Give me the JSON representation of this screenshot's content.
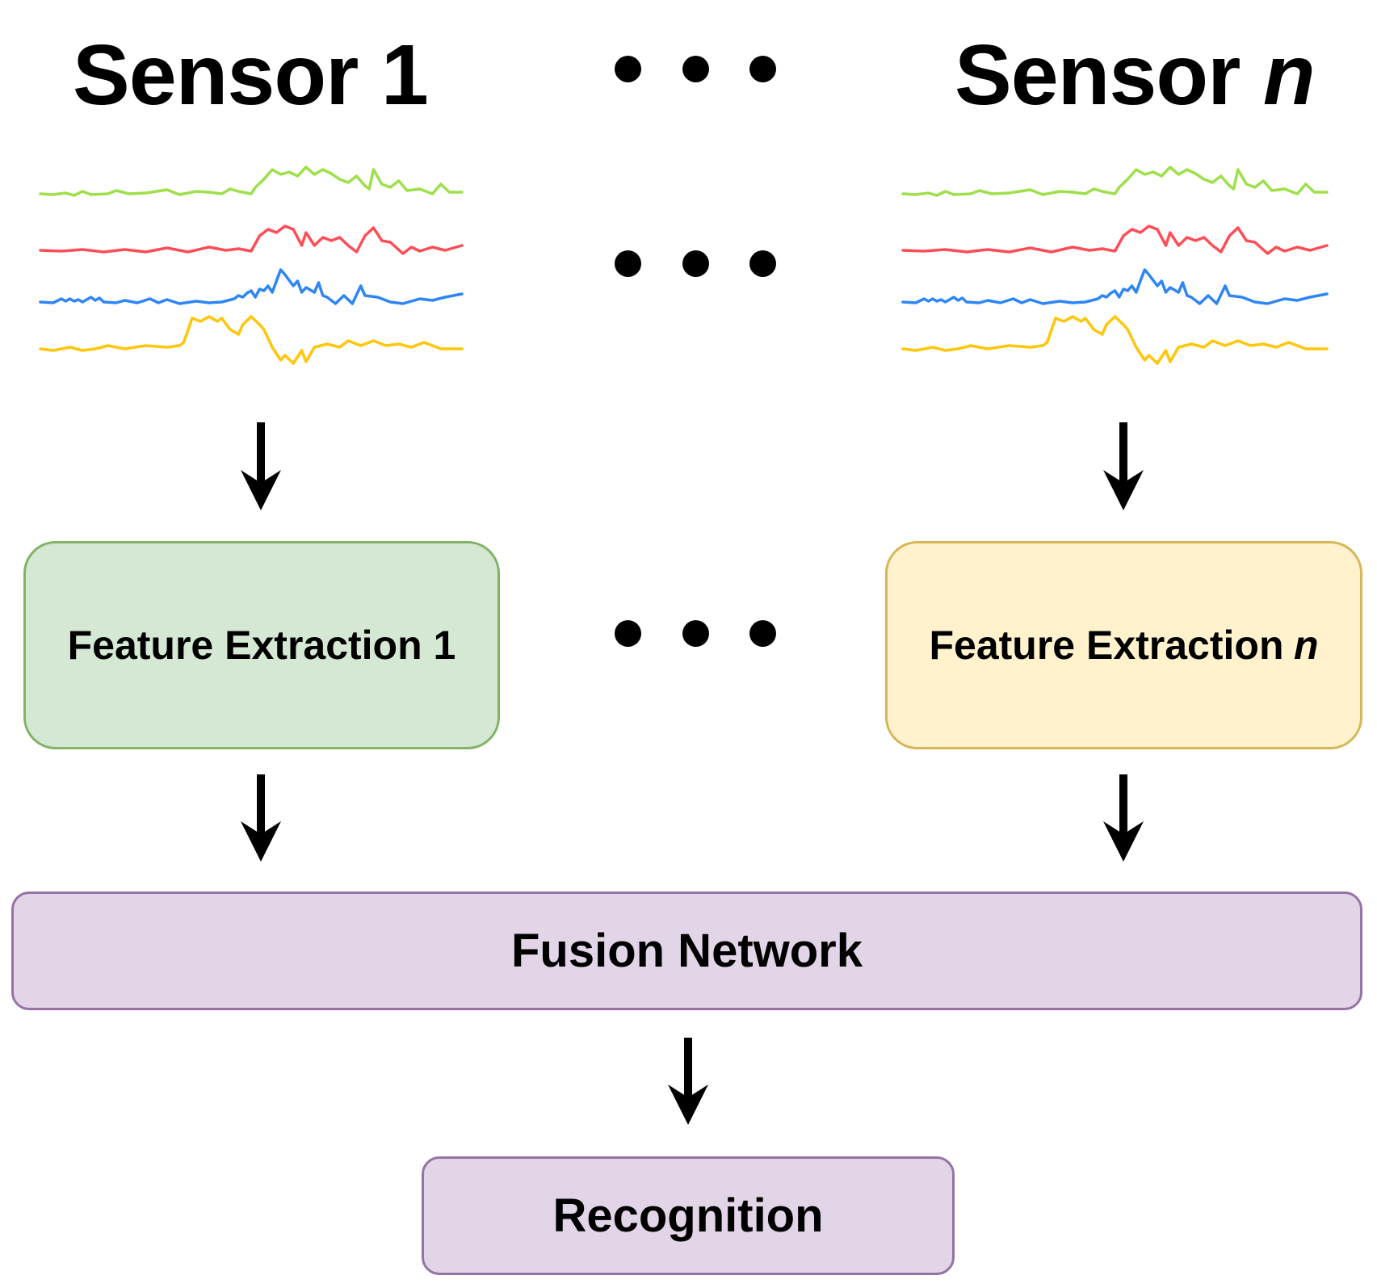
{
  "sensors": {
    "first": {
      "label": "Sensor",
      "index": "1"
    },
    "last": {
      "label": "Sensor",
      "index": "n"
    },
    "ellipsis": "..."
  },
  "signal_colors": {
    "channel_1": "#9ee04a",
    "channel_2": "#ff4d57",
    "channel_3": "#2e86f5",
    "channel_4": "#ffc60a"
  },
  "feature_extraction": {
    "first": {
      "label": "Feature Extraction",
      "index": "1",
      "fill": "#d5e8d4",
      "stroke": "#82b366"
    },
    "last": {
      "label": "Feature Extraction",
      "index": "n",
      "fill": "#fff2cc",
      "stroke": "#d6b656"
    }
  },
  "fusion": {
    "label": "Fusion Network",
    "fill": "#e1d5e7",
    "stroke": "#9673a6"
  },
  "recognition": {
    "label": "Recognition",
    "fill": "#e1d5e7",
    "stroke": "#9673a6"
  },
  "flow": [
    {
      "from": "Sensor 1",
      "to": "Feature Extraction 1"
    },
    {
      "from": "Sensor n",
      "to": "Feature Extraction n"
    },
    {
      "from": "Feature Extraction 1",
      "to": "Fusion Network"
    },
    {
      "from": "Feature Extraction n",
      "to": "Fusion Network"
    },
    {
      "from": "Fusion Network",
      "to": "Recognition"
    }
  ]
}
